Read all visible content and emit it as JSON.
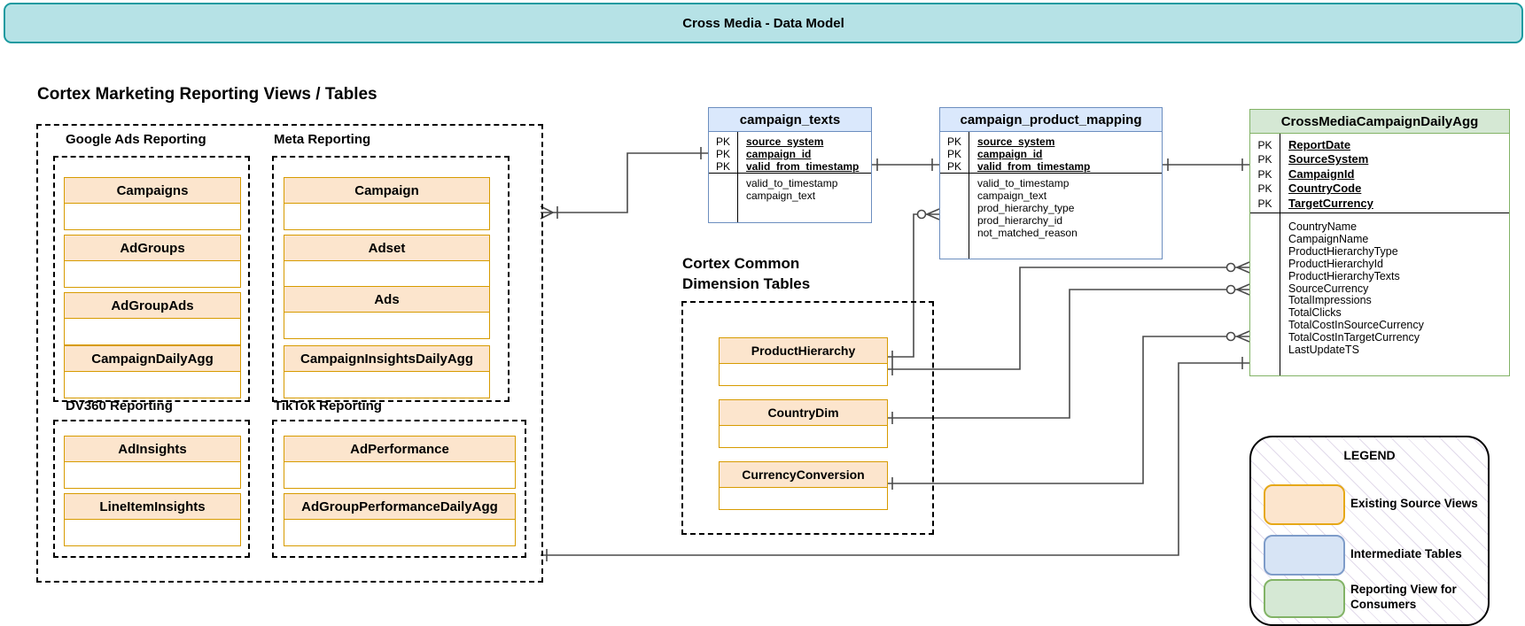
{
  "banner": {
    "title": "Cross Media - Data Model"
  },
  "section_heading": "Cortex Marketing Reporting Views / Tables",
  "groups": [
    {
      "label": "Google Ads Reporting",
      "entities": [
        "Campaigns",
        "AdGroups",
        "AdGroupAds",
        "CampaignDailyAgg"
      ]
    },
    {
      "label": "Meta Reporting",
      "entities": [
        "Campaign",
        "Adset",
        "Ads",
        "CampaignInsightsDailyAgg"
      ]
    },
    {
      "label": "DV360 Reporting",
      "entities": [
        "AdInsights",
        "LineItemInsights"
      ]
    },
    {
      "label": "TikTok Reporting",
      "entities": [
        "AdPerformance",
        "AdGroupPerformanceDailyAgg"
      ]
    }
  ],
  "dimension_section": {
    "label": "Cortex Common Dimension Tables",
    "entities": [
      "ProductHierarchy",
      "CountryDim",
      "CurrencyConversion"
    ]
  },
  "tables": {
    "pk_label": "PK",
    "campaign_texts": {
      "title": "campaign_texts",
      "pk_rows": [
        "source_system",
        "campaign_id",
        "valid_from_timestamp"
      ],
      "attr_rows": [
        "valid_to_timestamp",
        "campaign_text"
      ]
    },
    "campaign_product_mapping": {
      "title": "campaign_product_mapping",
      "pk_rows": [
        "source_system",
        "campaign_id",
        "valid_from_timestamp"
      ],
      "attr_rows": [
        "valid_to_timestamp",
        "campaign_text",
        "prod_hierarchy_type",
        "prod_hierarchy_id",
        "not_matched_reason"
      ]
    },
    "cross_media": {
      "title": "CrossMediaCampaignDailyAgg",
      "pk_rows": [
        "ReportDate",
        "SourceSystem",
        "CampaignId",
        "CountryCode",
        "TargetCurrency"
      ],
      "attr_rows": [
        "CountryName",
        "CampaignName",
        "ProductHierarchyType",
        "ProductHierarchyId",
        "ProductHierarchyTexts",
        "SourceCurrency",
        "TotalImpressions",
        "TotalClicks",
        "TotalCostInSourceCurrency",
        "TotalCostInTargetCurrency",
        "LastUpdateTS"
      ]
    }
  },
  "legend": {
    "title": "LEGEND",
    "items": [
      {
        "label": "Existing Source Views",
        "color": "#fce5cd",
        "border": "#e6a817"
      },
      {
        "label": "Intermediate Tables",
        "color": "#dae8fc",
        "border": "#6c8ebf"
      },
      {
        "label": "Reporting View for Consumers",
        "color": "#d5e8d4",
        "border": "#82b366"
      }
    ]
  },
  "colors": {
    "banner_fill": "#b6e2e6",
    "banner_border": "#1a9aa0",
    "orange_fill": "#fce5cd",
    "orange_border": "#d79b00",
    "blue_fill": "#dae8fc",
    "blue_border": "#6c8ebf",
    "green_fill": "#d5e8d4",
    "green_border": "#82b366",
    "connector": "#4a4a4a"
  }
}
